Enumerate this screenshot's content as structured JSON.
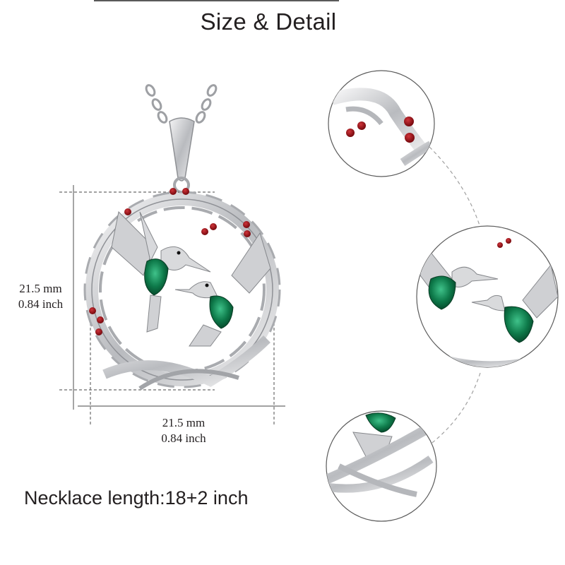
{
  "header": {
    "title": "Size & Detail"
  },
  "dimensions": {
    "height": {
      "mm": "21.5 mm",
      "inch": "0.84 inch"
    },
    "width": {
      "mm": "21.5 mm",
      "inch": "0.84 inch"
    }
  },
  "footer": {
    "necklace_length": "Necklace length:18+2 inch"
  },
  "product": {
    "name_icon": "hummingbird-pendant-image",
    "metal_color": "#c8c9cc",
    "gem_color": "#0e7a4a",
    "berry_color": "#9c1118"
  },
  "detail_views": [
    {
      "name": "detail-top-berries",
      "icon": "berries-closeup"
    },
    {
      "name": "detail-middle-hummingbirds",
      "icon": "hummingbirds-closeup"
    },
    {
      "name": "detail-bottom-knot",
      "icon": "knot-closeup"
    }
  ]
}
